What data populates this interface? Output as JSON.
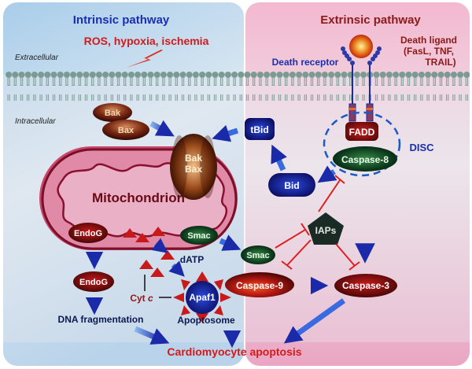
{
  "panels": {
    "intrinsic_title": "Intrinsic pathway",
    "extrinsic_title": "Extrinsic pathway"
  },
  "labels": {
    "stress": "ROS, hypoxia, ischemia",
    "extracellular": "Extracellular",
    "intracellular": "Intracellular",
    "death_ligand_line1": "Death ligand",
    "death_ligand_line2": "(FasL, TNF,",
    "death_ligand_line3": "TRAIL)",
    "death_receptor": "Death receptor",
    "disc": "DISC",
    "mitochondrion": "Mitochondrion",
    "datp": "dATP",
    "cytc_prefix": "Cyt ",
    "cytc_suffix": "c",
    "apoptosome": "Apoptosome",
    "dna_fragmentation": "DNA fragmentation",
    "outcome": "Cardiomyocyte apoptosis"
  },
  "nodes": {
    "bak": "Bak",
    "bax": "Bax",
    "bak_pore": "Bak",
    "bax_pore": "Bax",
    "tbid": "tBid",
    "bid": "Bid",
    "fadd": "FADD",
    "caspase8": "Caspase-8",
    "iaps": "IAPs",
    "endog_mito": "EndoG",
    "endog_cyto": "EndoG",
    "smac_mito": "Smac",
    "smac_cyto": "Smac",
    "apaf1": "Apaf1",
    "caspase9": "Caspase-9",
    "caspase3": "Caspase-3"
  },
  "colors": {
    "intrinsic_title": "#1a2fb0",
    "extrinsic_title": "#8b1a1a",
    "stress": "#d41a1a",
    "outcome": "#d41a1a",
    "arrow_blue": "#1a3cc8",
    "inhibit_red": "#e02020"
  }
}
